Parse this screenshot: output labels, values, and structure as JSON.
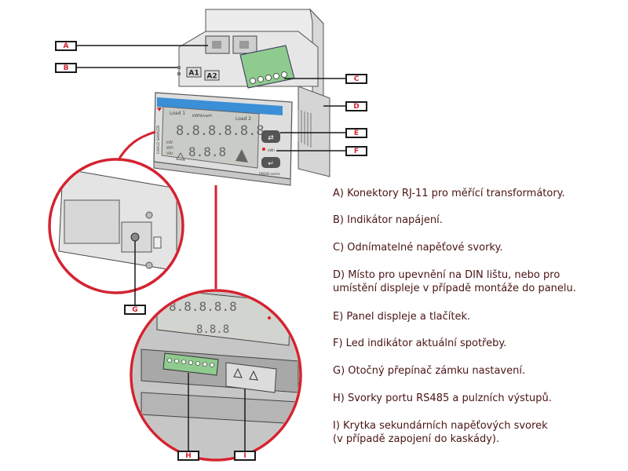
{
  "diagram": {
    "title": "Energy meter component diagram",
    "colors": {
      "accent_red": "#d42330",
      "callout_border": "#1a1a1a",
      "legend_text": "#4a1414",
      "device_body": "#e4e4e4",
      "lcd": "#c9ccc6",
      "lcd_header": "#3a8fd6",
      "terminal_green": "#7fbf7f"
    },
    "device": {
      "port_labels": [
        "A1",
        "A2"
      ],
      "lcd_header_labels": [
        "Load 1",
        "kWhkvarh",
        "Load 2"
      ],
      "lcd_side_labels": [
        "kW",
        "WH",
        "VAr"
      ],
      "model_label": "EM200 series",
      "brand_label": "CARLO GAVAZZI",
      "led_label": "kWh"
    },
    "callouts": [
      {
        "id": "A",
        "label": "A"
      },
      {
        "id": "B",
        "label": "B"
      },
      {
        "id": "C",
        "label": "C"
      },
      {
        "id": "D",
        "label": "D"
      },
      {
        "id": "E",
        "label": "E"
      },
      {
        "id": "F",
        "label": "F"
      },
      {
        "id": "G",
        "label": "G"
      },
      {
        "id": "H",
        "label": "H"
      },
      {
        "id": "I",
        "label": "I"
      }
    ],
    "legend": [
      {
        "key": "A",
        "text": "A) Konektory RJ-11 pro měřící transformátory."
      },
      {
        "key": "B",
        "text": "B) Indikátor napájení."
      },
      {
        "key": "C",
        "text": "C) Odnímatelné napěťové svorky."
      },
      {
        "key": "D",
        "text": "D) Místo pro upevnění na DIN lištu, nebo pro",
        "text2": "umístění displeje v případě montáže do panelu."
      },
      {
        "key": "E",
        "text": "E) Panel displeje a tlačítek."
      },
      {
        "key": "F",
        "text": "F) Led indikátor aktuální spotřeby."
      },
      {
        "key": "G",
        "text": "G) Otočný přepínač zámku nastavení."
      },
      {
        "key": "H",
        "text": "H) Svorky portu RS485 a pulzních výstupů."
      },
      {
        "key": "I",
        "text": "I) Krytka sekundárních napěťových svorek",
        "text2": "(v případě zapojení do kaskády)."
      }
    ]
  }
}
